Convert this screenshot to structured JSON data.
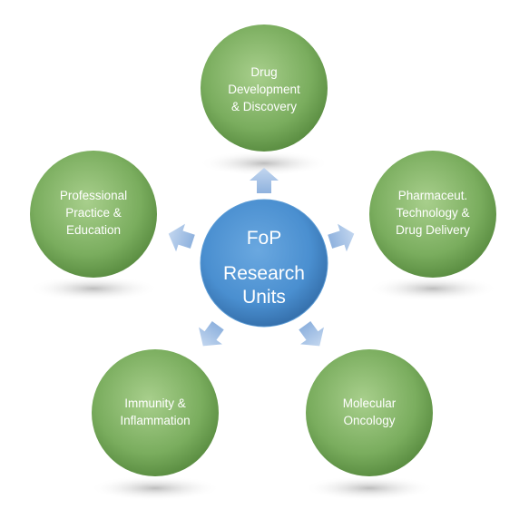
{
  "center": {
    "title": "FoP",
    "subtitle_lines": [
      "Research",
      "Units"
    ]
  },
  "units": [
    {
      "lines": [
        "Drug",
        "Development",
        "& Discovery"
      ]
    },
    {
      "lines": [
        "Pharmaceut.",
        "Technology &",
        "Drug Delivery"
      ]
    },
    {
      "lines": [
        "Molecular",
        "Oncology"
      ]
    },
    {
      "lines": [
        "Immunity &",
        "Inflammation"
      ]
    },
    {
      "lines": [
        "Professional",
        "Practice &",
        "Education"
      ]
    }
  ],
  "colors": {
    "center_fill": "#4a8fd0",
    "unit_fill": "#7aad5e",
    "arrow_fill": "#a9c4e6",
    "text": "#ffffff"
  }
}
